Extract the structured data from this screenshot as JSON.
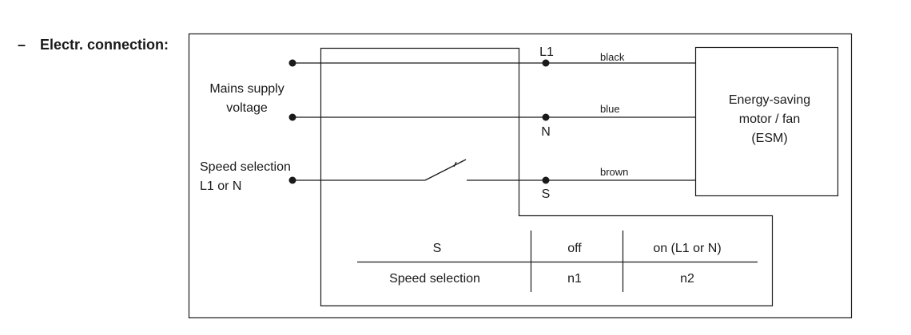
{
  "heading": {
    "dash": "–",
    "text": "Electr. connection:"
  },
  "left_labels": {
    "mains_line1": "Mains supply",
    "mains_line2": "voltage",
    "speed_line1": "Speed selection",
    "speed_line2": "L1 or N"
  },
  "terminals": {
    "l1": "L1",
    "n": "N",
    "s": "S"
  },
  "wires": {
    "top": "black",
    "middle": "blue",
    "bottom": "brown"
  },
  "motor": {
    "line1": "Energy-saving",
    "line2": "motor / fan",
    "line3": "(ESM)"
  },
  "table": {
    "headers": [
      "S",
      "off",
      "on (L1 or N)"
    ],
    "row": [
      "Speed selection",
      "n1",
      "n2"
    ]
  },
  "colors": {
    "line": "#1a1a1a",
    "background": "#ffffff"
  }
}
